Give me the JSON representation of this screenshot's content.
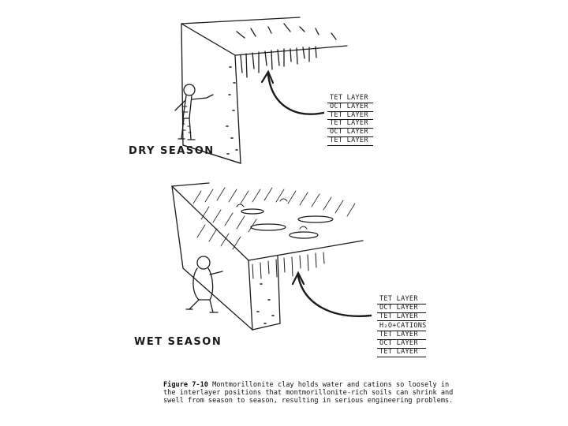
{
  "dry_season": {
    "label": "DRY SEASON",
    "layers": [
      "TET LAYER",
      "OCT LAYER",
      "TET LAYER",
      "TET LAYER",
      "OCT LAYER",
      "TET LAYER"
    ]
  },
  "wet_season": {
    "label": "WET SEASON",
    "layers_top": [
      "TET LAYER",
      "OCT LAYER",
      "TET LAYER"
    ],
    "interlayer": "H₂O+CATIONS",
    "layers_bottom": [
      "TET LAYER",
      "OCT LAYER",
      "TET LAYER"
    ]
  },
  "caption": {
    "figure_number": "Figure 7-10",
    "text": "Montmorillonite clay holds water and cations so loosely in the interlayer positions that montmorillonite-rich soils can shrink and swell from season to season, resulting in serious engineering problems."
  }
}
